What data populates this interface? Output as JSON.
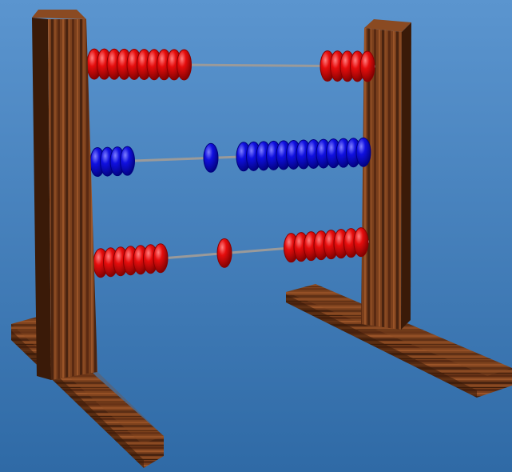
{
  "scene": {
    "subject": "abacus",
    "colors": {
      "background_top": "#5b95cf",
      "background_bottom": "#2f6aa6",
      "wood_light": "#8a4a22",
      "wood_dark": "#4a2410",
      "rod": "#9a9a9a",
      "red_bead": "#e60d0d",
      "red_bead_shade": "#8a0000",
      "blue_bead": "#1010e0",
      "blue_bead_shade": "#000080"
    },
    "rows": [
      {
        "color": "red",
        "left_beads": 10,
        "middle_beads": 0,
        "right_beads": 5
      },
      {
        "color": "blue",
        "left_beads": 4,
        "middle_beads": 1,
        "right_beads": 13
      },
      {
        "color": "red",
        "left_beads": 7,
        "middle_beads": 1,
        "right_beads": 8
      }
    ]
  }
}
